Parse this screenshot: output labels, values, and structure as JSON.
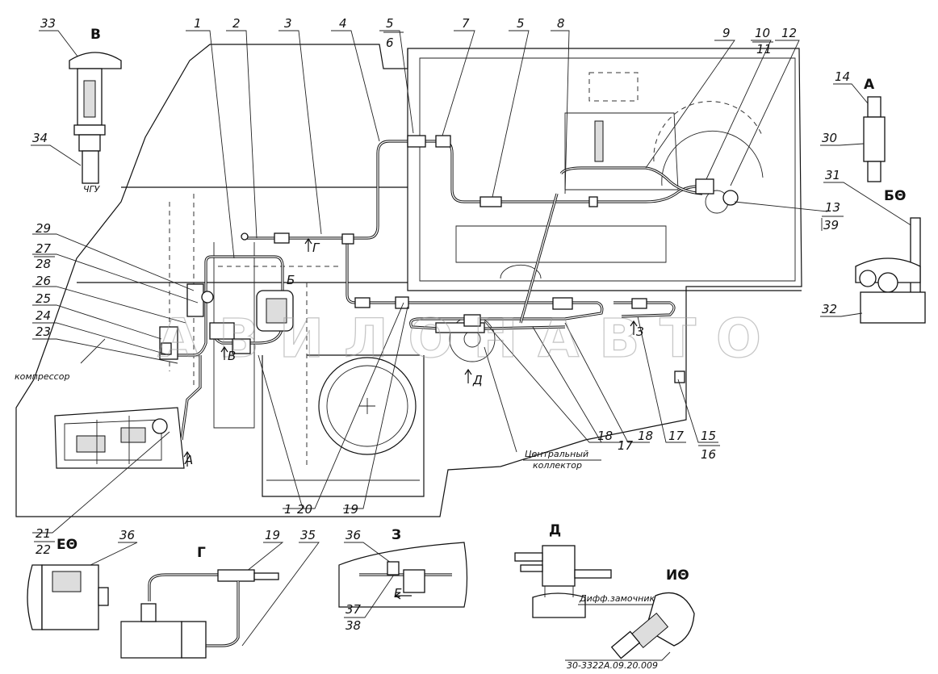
{
  "watermark": "АВИЛОНАВТО",
  "callouts_top": [
    "1",
    "2",
    "3",
    "4",
    "5",
    "6",
    "7",
    "5",
    "8",
    "9",
    "10",
    "11",
    "12"
  ],
  "callouts_right": [
    "13",
    "39",
    "15",
    "16",
    "17",
    "18",
    "17",
    "18"
  ],
  "callouts_left": [
    "29",
    "27",
    "28",
    "26",
    "25",
    "24",
    "23"
  ],
  "callouts_bottom": [
    "1",
    "20",
    "19",
    "21",
    "22"
  ],
  "labels": {
    "compressor": "компрессор",
    "central_manifold_1": "Центральный",
    "central_manifold_2": "коллектор",
    "diff_lock": "Дифф.замочник",
    "part_number": "30-3322А.09.20.009"
  },
  "views": {
    "v": "В",
    "a": "А",
    "b": "БΘ",
    "g": "Г",
    "d": "Д",
    "e": "ЕΘ",
    "z": "З",
    "i": "ИΘ"
  },
  "view_arrows": {
    "g": "Г",
    "b": "Б",
    "v": "В",
    "d": "Д",
    "z": "З",
    "a": "А",
    "e": "Е"
  },
  "inset_v": {
    "c1": "33",
    "c2": "34",
    "tag": "ЧГУ"
  },
  "inset_a": {
    "c1": "14",
    "c2": "30"
  },
  "inset_b": {
    "c1": "31",
    "c2": "32"
  },
  "inset_e": {
    "c1": "36"
  },
  "inset_g": {
    "c1": "19",
    "c2": "35"
  },
  "inset_z": {
    "c1": "36",
    "c2": "37",
    "c3": "38"
  }
}
